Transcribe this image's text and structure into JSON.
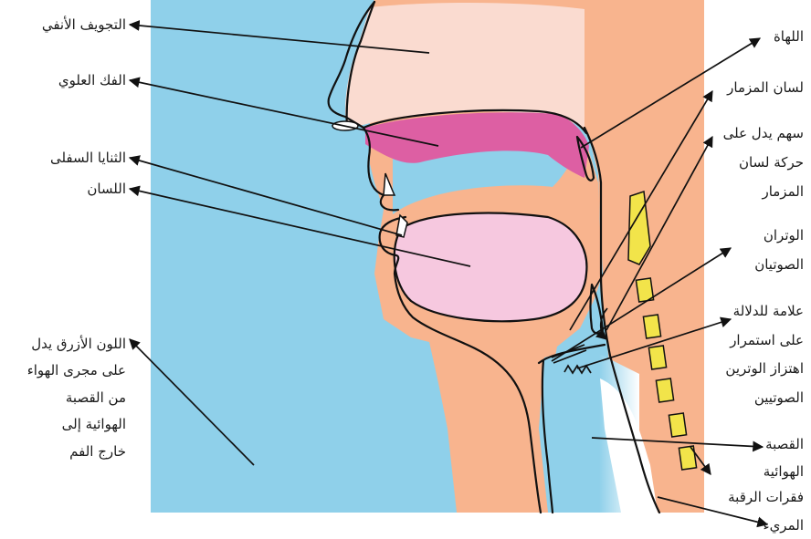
{
  "labels": {
    "nasal_cavity": "التجويف الأنفي",
    "upper_jaw": "الفك العلوي",
    "lower_incisors": "الثنايا السفلى",
    "tongue": "اللسان",
    "blue_color_1": "اللون الأزرق يدل",
    "blue_color_2": "على مجرى الهواء",
    "blue_color_3": "من القصبة",
    "blue_color_4": "الهوائية إلى",
    "blue_color_5": "خارج الفم",
    "uvula": "اللهاة",
    "epiglottis": "لسان المزمار",
    "arrow_epi_1": "سهم يدل على",
    "arrow_epi_2": "حركة لسان",
    "arrow_epi_3": "المزمار",
    "vocal_cords_1": "الوتران",
    "vocal_cords_2": "الصوتيان",
    "vibration_1": "علامة للدلالة",
    "vibration_2": "على استمرار",
    "vibration_3": "اهتزاز الوترين",
    "vibration_4": "الصوتيين",
    "trachea_1": "القصبة",
    "trachea_2": "الهوائية",
    "vertebrae": "فقرات الرقبة",
    "esophagus": "المريء"
  },
  "colors": {
    "airway_blue": "#8fd0ea",
    "skin": "#f8b48e",
    "nasal_pink": "#fadbd0",
    "palate_magenta": "#dd5fa3",
    "tongue_pink": "#f6c8df",
    "vertebra_yellow": "#f2e44a",
    "esophagus_white": "#ffffff"
  }
}
